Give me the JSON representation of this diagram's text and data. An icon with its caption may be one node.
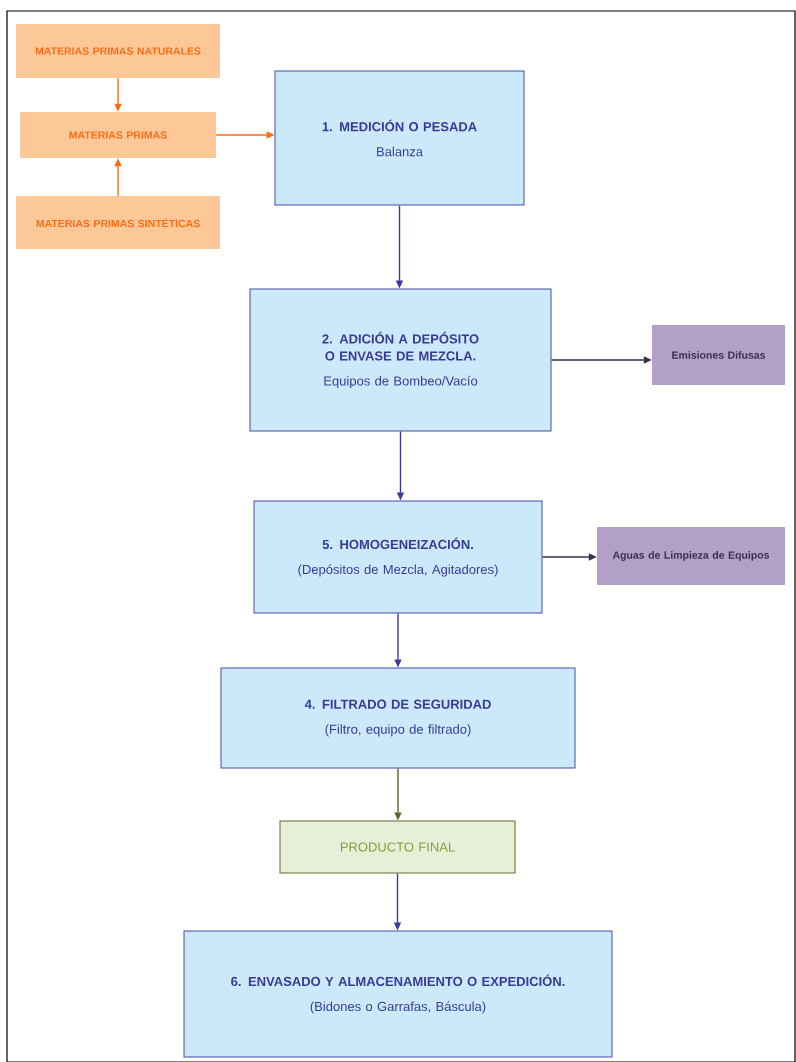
{
  "diagram": {
    "nodes": [
      {
        "text": [
          "MATERIAS PRIMAS NATURALES"
        ]
      },
      {
        "text": [
          "MATERIAS PRIMAS"
        ]
      },
      {
        "text": [
          "MATERIAS PRIMAS SINTÉTICAS"
        ]
      },
      {
        "text": [
          "1. MEDICIÓN O PESADA",
          "Balanza"
        ]
      },
      {
        "text": [
          "2. ADICIÓN A DEPÓSITO O ENVASE DE MEZCLA.",
          "Equipos de Bombeo/Vacío"
        ]
      },
      {
        "text": [
          "Emisiones Difusas"
        ]
      },
      {
        "text": [
          "5. HOMOGENEIZACIÓN.",
          "(Depósitos de Mezcla, Agitadores)"
        ]
      },
      {
        "text": [
          "Aguas de Limpieza de Equipos"
        ]
      },
      {
        "text": [
          "4. FILTRADO DE SEGURIDAD",
          "(Filtro, equipo de filtrado)"
        ]
      },
      {
        "text": [
          "PRODUCTO FINAL"
        ]
      },
      {
        "text": [
          "6. ENVASADO Y ALMACENAMIENTO O EXPEDICIÓN.",
          "(Bidones o Garrafas, Báscula)"
        ]
      }
    ],
    "edges": [
      {
        "from": 0,
        "to": 1,
        "arrow": "to",
        "color": "#ff6a13"
      },
      {
        "from": 2,
        "to": 1,
        "arrow": "to",
        "color": "#ff6a13"
      },
      {
        "from": 1,
        "to": 3,
        "arrow": "to",
        "color": "#ff6a13"
      },
      {
        "from": 3,
        "to": 4,
        "arrow": "to"
      },
      {
        "from": 4,
        "to": 5,
        "arrow": "to",
        "color": "#3b2e4e"
      },
      {
        "from": 4,
        "to": 6,
        "arrow": "to"
      },
      {
        "from": 6,
        "to": 7,
        "arrow": "to",
        "color": "#3b2e4e"
      },
      {
        "from": 6,
        "to": 8,
        "arrow": "to"
      },
      {
        "from": 8,
        "to": 9,
        "arrow": "to",
        "color": "#55692a"
      },
      {
        "from": 9,
        "to": 10,
        "arrow": "to"
      }
    ]
  }
}
